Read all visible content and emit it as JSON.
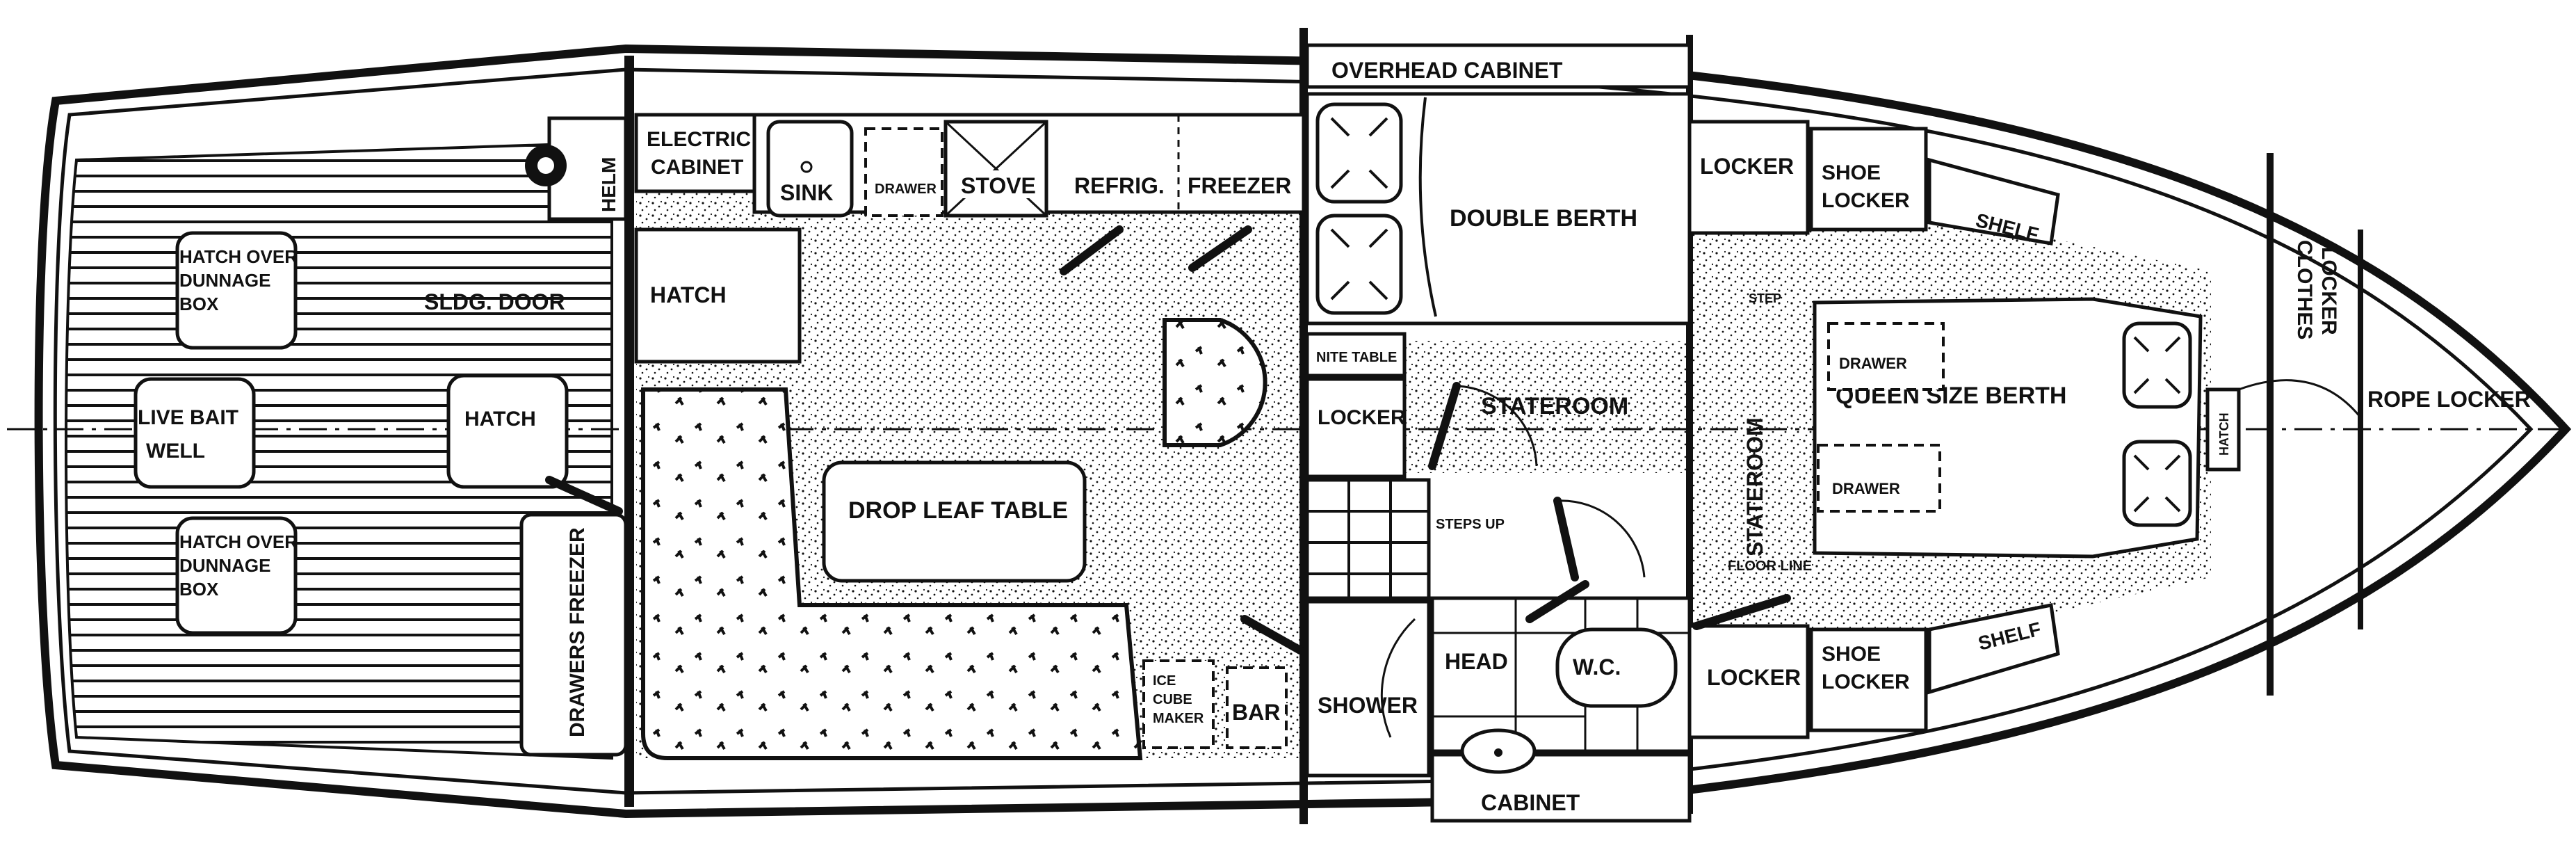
{
  "labels": {
    "electric_cabinet_1": "ELECTRIC",
    "electric_cabinet_2": "CABINET",
    "helm": "HELM",
    "sink": "SINK",
    "drawer_galley": "DRAWER",
    "stove": "STOVE",
    "refrig": "REFRIG.",
    "freezer_galley": "FREEZER",
    "overhead_cabinet": "OVERHEAD CABINET",
    "double_berth": "DOUBLE BERTH",
    "nite_table": "NITE TABLE",
    "locker_salon": "LOCKER",
    "stateroom_mid": "STATEROOM",
    "steps_up": "STEPS UP",
    "locker_fwd_top": "LOCKER",
    "shoe_locker_top_1": "SHOE",
    "shoe_locker_top_2": "LOCKER",
    "shelf_top": "SHELF",
    "step": "STEP",
    "drawer_fwd_top": "DRAWER",
    "queen_size_berth": "QUEEN SIZE BERTH",
    "drawer_fwd_bottom": "DRAWER",
    "stateroom_fwd": "STATEROOM",
    "floor_line": "FLOOR LINE",
    "hatch_bow": "HATCH",
    "clothes_locker_1": "CLOTHES",
    "clothes_locker_2": "LOCKER",
    "rope_locker": "ROPE LOCKER",
    "hatch_over_top_1": "HATCH OVER",
    "hatch_over_top_2": "DUNNAGE",
    "hatch_over_top_3": "BOX",
    "sldg_door": "SLDG. DOOR",
    "live_bait_1": "LIVE BAIT",
    "live_bait_2": "WELL",
    "hatch_cockpit": "HATCH",
    "hatch_over_bottom_1": "HATCH OVER",
    "hatch_over_bottom_2": "DUNNAGE",
    "hatch_over_bottom_3": "BOX",
    "drawers_freezer": "DRAWERS  FREEZER",
    "hatch_salon": "HATCH",
    "drop_leaf_table": "DROP LEAF TABLE",
    "ice_cube_maker_1": "ICE",
    "ice_cube_maker_2": "CUBE",
    "ice_cube_maker_3": "MAKER",
    "bar": "BAR",
    "shower": "SHOWER",
    "head": "HEAD",
    "wc": "W.C.",
    "cabinet": "CABINET",
    "locker_fwd_bottom": "LOCKER",
    "shoe_locker_bottom_1": "SHOE",
    "shoe_locker_bottom_2": "LOCKER",
    "shelf_bottom": "SHELF"
  },
  "colors": {
    "ink": "#111111",
    "paper": "#ffffff"
  }
}
